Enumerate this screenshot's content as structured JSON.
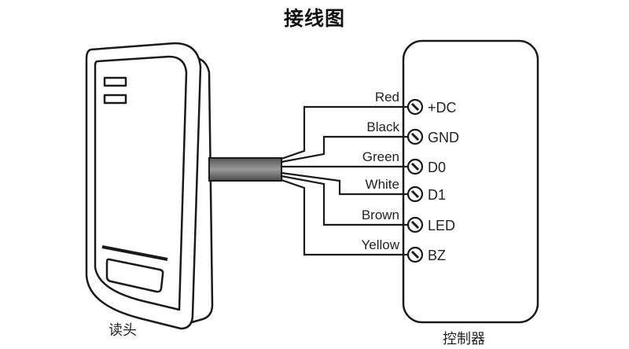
{
  "title": "接线图",
  "reader": {
    "label": "读头"
  },
  "controller": {
    "label": "控制器"
  },
  "connections": [
    {
      "wire": "Red",
      "terminal": "+DC"
    },
    {
      "wire": "Black",
      "terminal": "GND"
    },
    {
      "wire": "Green",
      "terminal": "D0"
    },
    {
      "wire": "White",
      "terminal": "D1"
    },
    {
      "wire": "Brown",
      "terminal": "LED"
    },
    {
      "wire": "Yellow",
      "terminal": "BZ"
    }
  ],
  "colors": {
    "line": "#1a1a1a",
    "cable": "#7a7a7a"
  }
}
